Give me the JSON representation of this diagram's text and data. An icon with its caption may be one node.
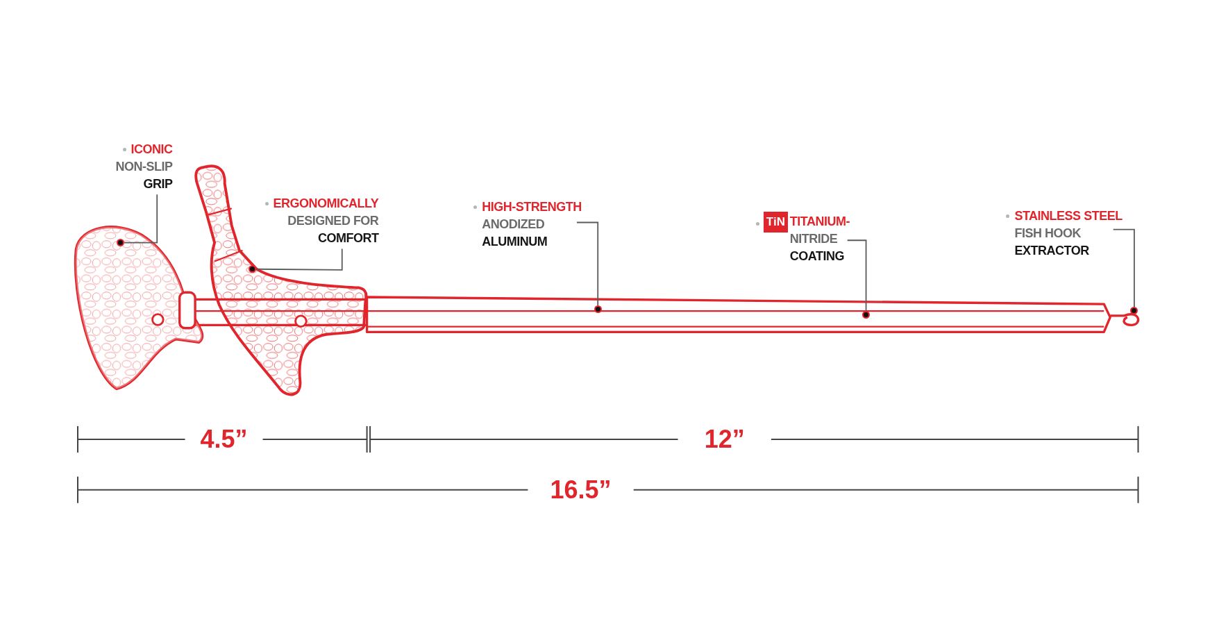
{
  "diagram": {
    "nodes": [
      {
        "text": [
          "ICONIC",
          "NON-SLIP",
          "GRIP"
        ]
      },
      {
        "text": [
          "ERGONOMICALLY",
          "DESIGNED FOR",
          "COMFORT"
        ]
      },
      {
        "text": [
          "HIGH-STRENGTH",
          "ANODIZED",
          "ALUMINUM"
        ]
      },
      {
        "text": [
          "TiN"
        ]
      },
      {
        "text": [
          "TITANIUM-",
          "NITRIDE",
          "COATING"
        ]
      },
      {
        "text": [
          "STAINLESS STEEL",
          "FISH HOOK",
          "EXTRACTOR"
        ]
      },
      {
        "text": [],
        "shape": "circle"
      },
      {
        "text": [],
        "shape": "circle"
      },
      {
        "text": [],
        "shape": "circle"
      },
      {
        "text": [],
        "shape": "circle"
      },
      {
        "text": [],
        "shape": "circle"
      }
    ],
    "edges": [
      {
        "from": 0,
        "to": 6,
        "arrow": "none"
      },
      {
        "from": 1,
        "to": 7,
        "arrow": "none"
      },
      {
        "from": 2,
        "to": 8,
        "arrow": "none"
      },
      {
        "from": 4,
        "to": 9,
        "arrow": "none"
      },
      {
        "from": 5,
        "to": 10,
        "arrow": "none"
      }
    ],
    "labels": [
      "4.5”",
      "12”",
      "16.5”"
    ]
  }
}
